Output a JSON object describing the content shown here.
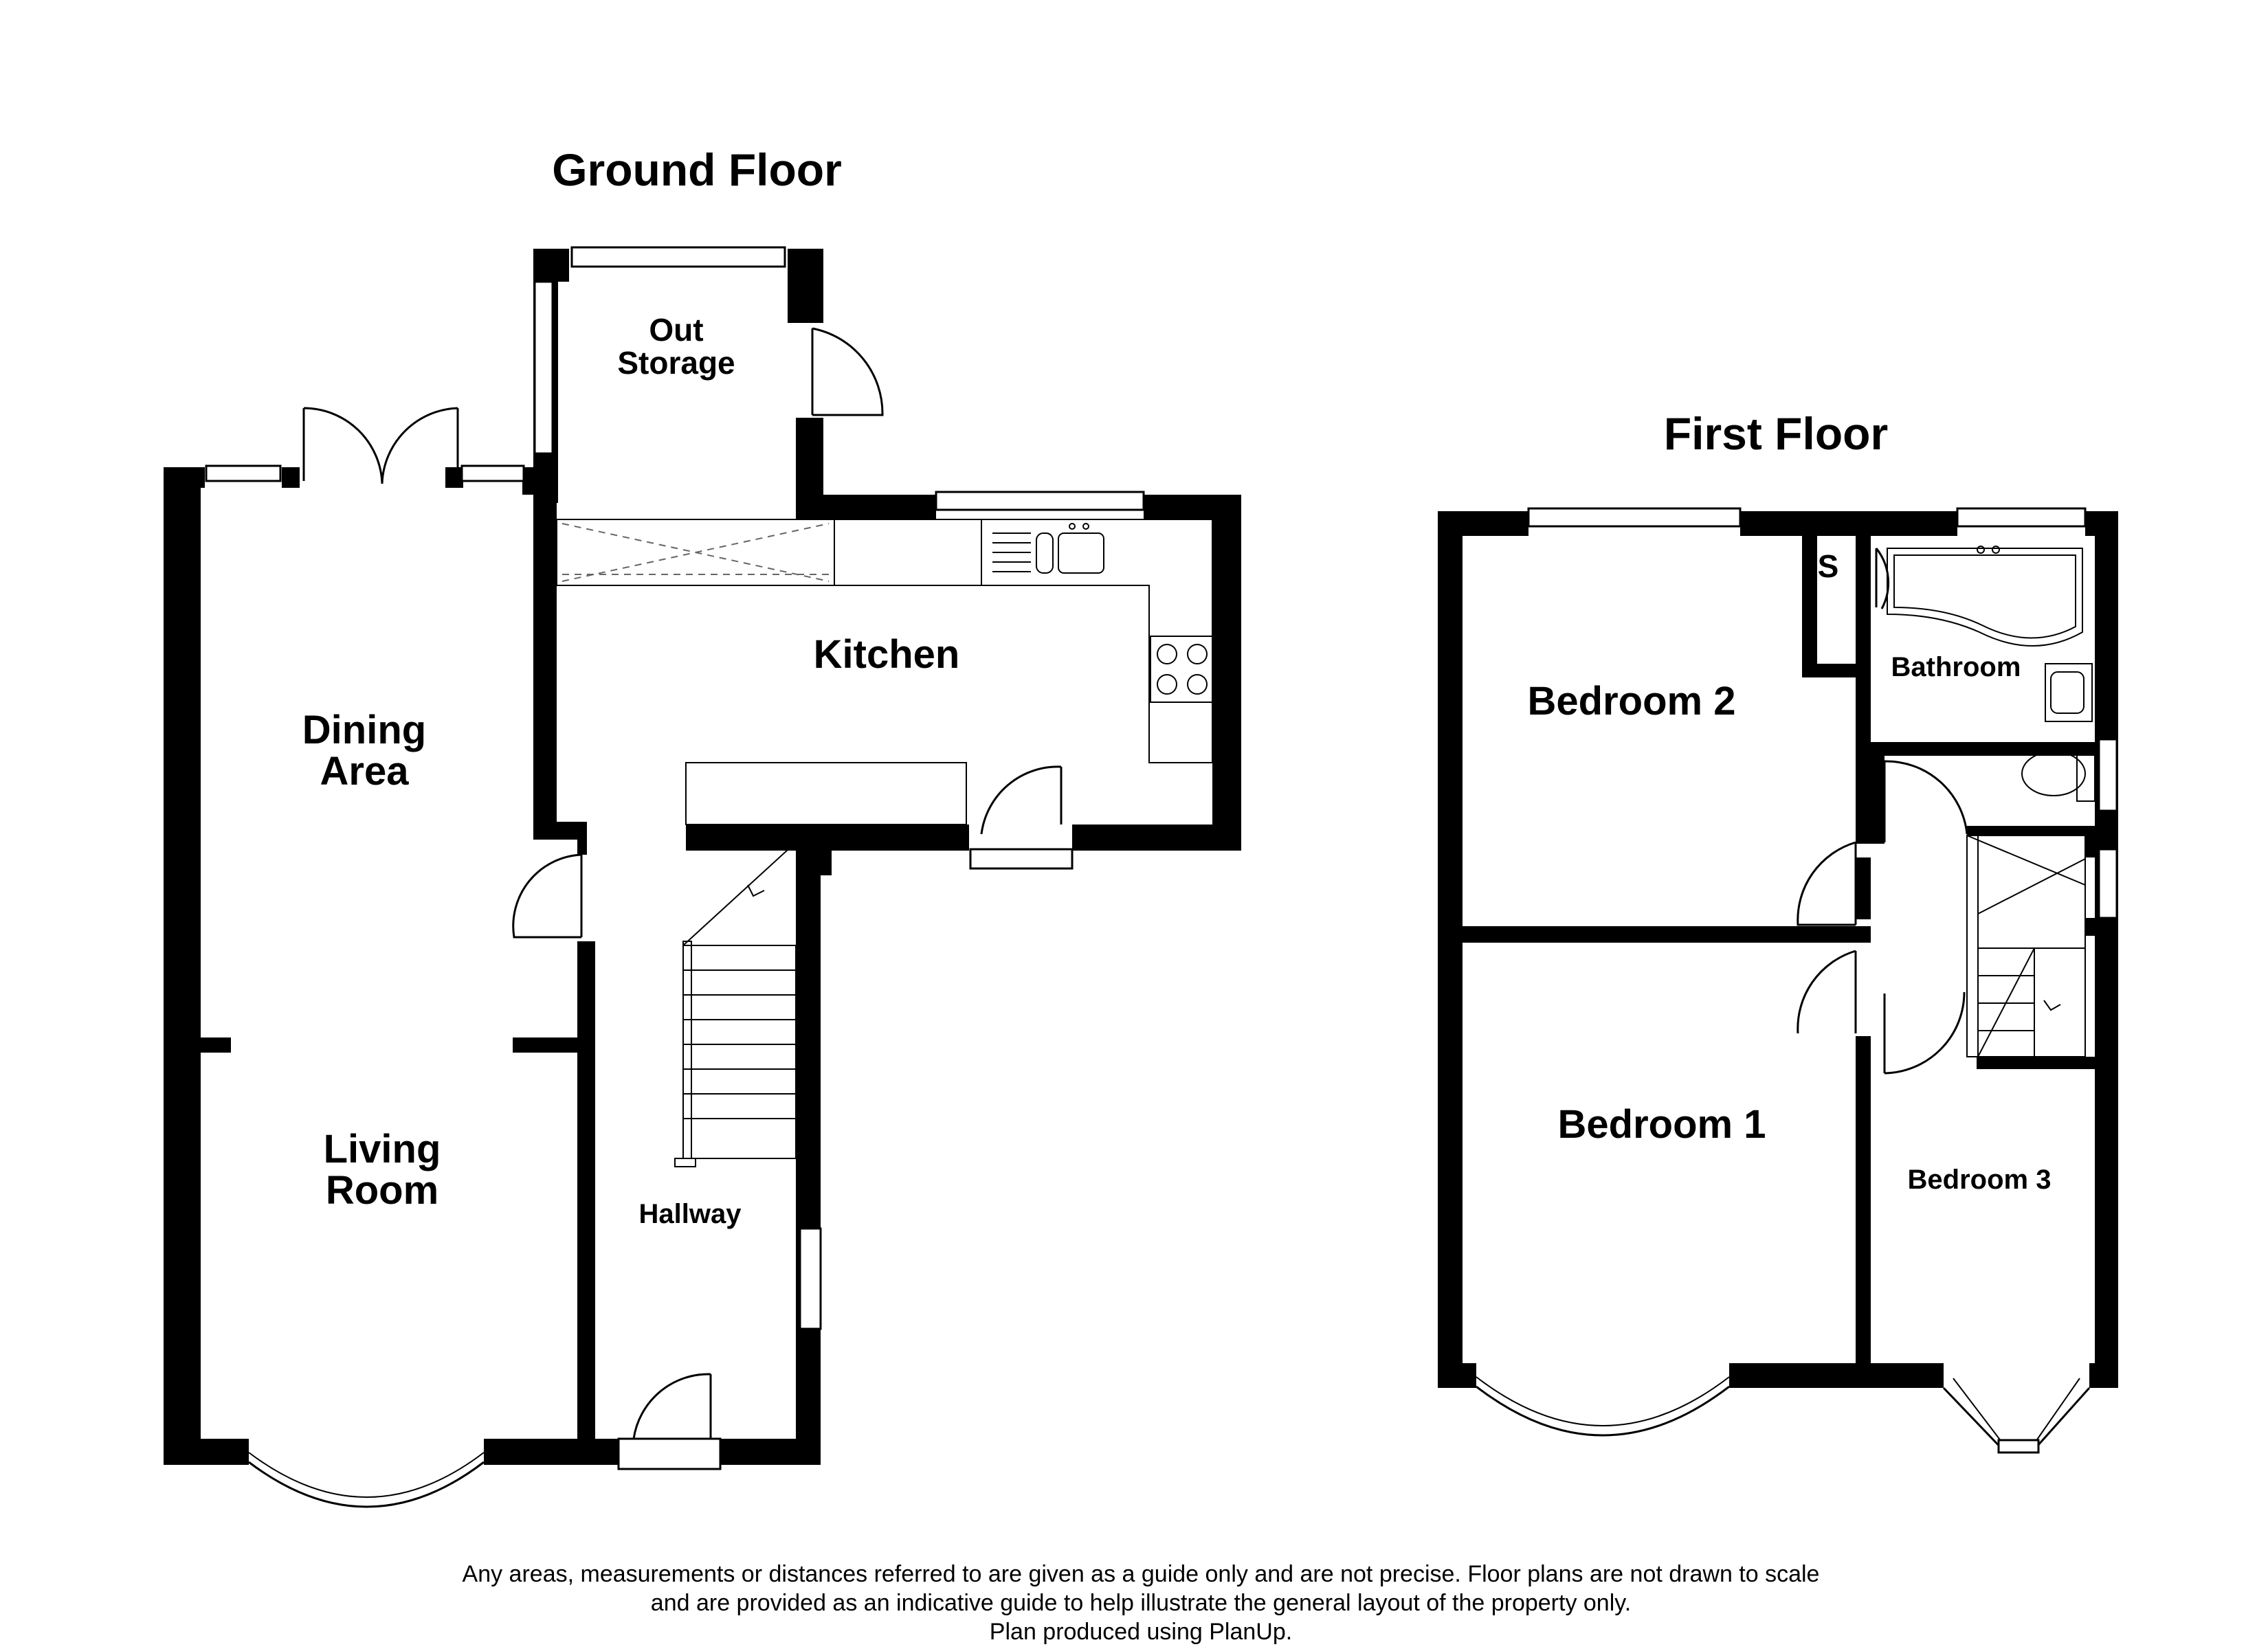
{
  "floors": {
    "ground": {
      "title": "Ground Floor",
      "rooms": {
        "out_storage_line1": "Out",
        "out_storage_line2": "Storage",
        "kitchen": "Kitchen",
        "dining_line1": "Dining",
        "dining_line2": "Area",
        "living_line1": "Living",
        "living_line2": "Room",
        "hallway": "Hallway"
      }
    },
    "first": {
      "title": "First Floor",
      "rooms": {
        "bedroom2": "Bedroom 2",
        "bedroom1": "Bedroom 1",
        "bedroom3": "Bedroom 3",
        "bathroom": "Bathroom",
        "store": "S"
      }
    }
  },
  "disclaimer": {
    "line1": "Any areas, measurements or distances referred to are given as a guide only and are not precise. Floor plans are not drawn to scale",
    "line2": "and are provided as an indicative guide to help illustrate the general layout of the property only.",
    "line3": "Plan produced using PlanUp."
  }
}
